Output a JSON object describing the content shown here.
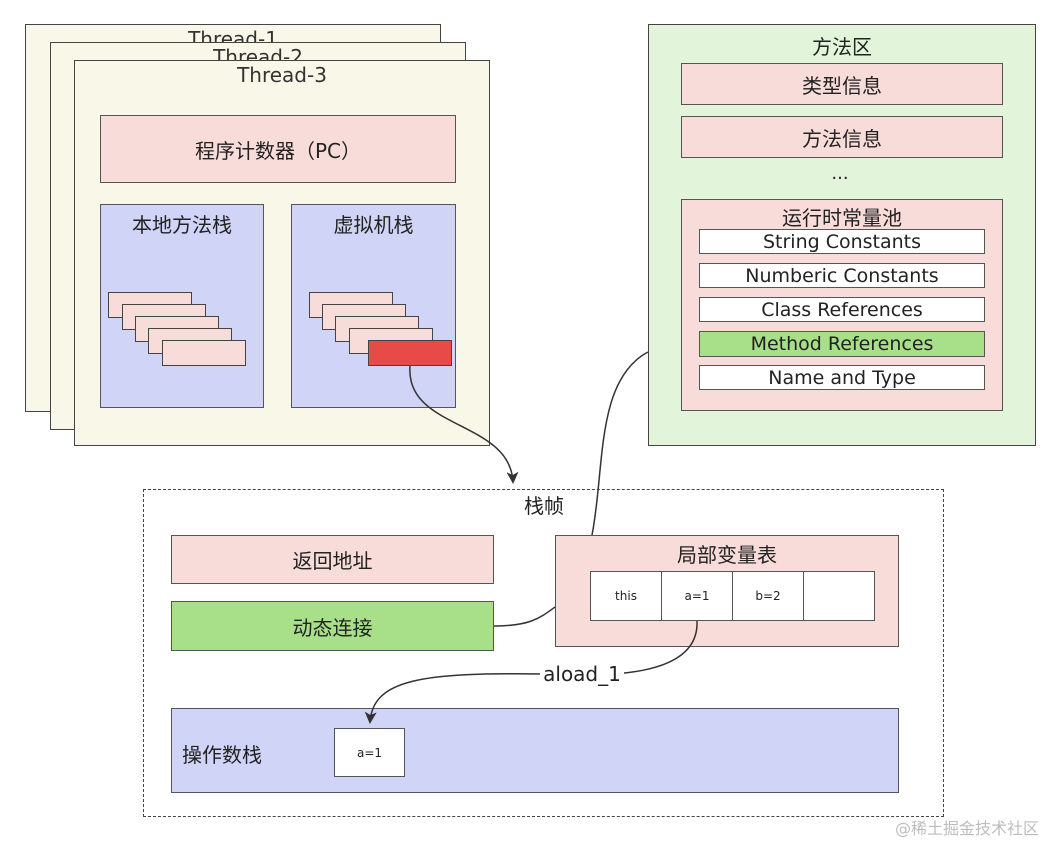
{
  "threads": {
    "titles": [
      "Thread-1",
      "Thread-2",
      "Thread-3"
    ],
    "pc": "程序计数器（PC）",
    "native_stack": "本地方法栈",
    "vm_stack": "虚拟机栈"
  },
  "method_area": {
    "title": "方法区",
    "type_info": "类型信息",
    "method_info": "方法信息",
    "ellipsis": "...",
    "constant_pool": {
      "title": "运行时常量池",
      "items": [
        "String Constants",
        "Numberic Constants",
        "Class References",
        "Method References",
        "Name and Type"
      ]
    }
  },
  "stack_frame": {
    "title": "栈帧",
    "return_address": "返回地址",
    "dynamic_linking": "动态连接",
    "local_vars": {
      "title": "局部变量表",
      "cells": [
        "this",
        "a=1",
        "b=2",
        ""
      ]
    },
    "operand_stack": {
      "title": "操作数栈",
      "item": "a=1"
    },
    "instruction": "aload_1"
  },
  "watermark": "@稀土掘金技术社区",
  "colors": {
    "thread_bg": "#f9f8e8",
    "pink": "#f8dcda",
    "blue": "#d0d4f6",
    "green": "#a8e08a",
    "method_area_bg": "#e2f5da",
    "active_frame": "#e84a48"
  }
}
